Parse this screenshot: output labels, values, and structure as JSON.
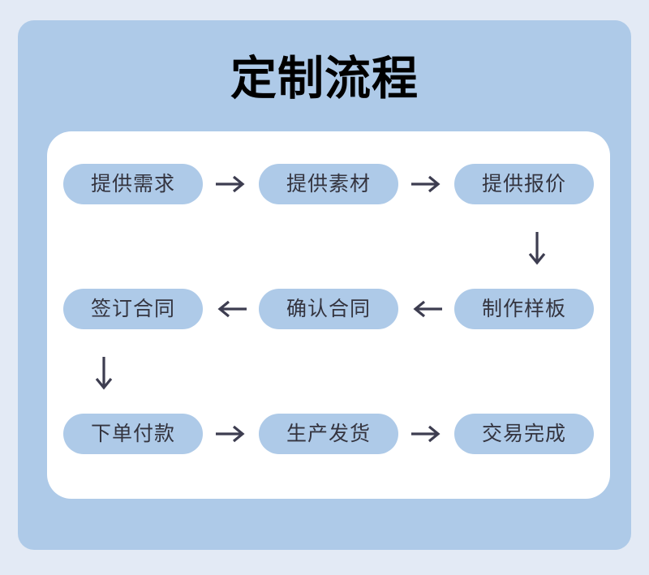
{
  "page": {
    "title": "定制流程",
    "background_color": "#e3eaf5",
    "card_color": "#aecae8",
    "panel_color": "#ffffff",
    "pill_color": "#aecae8",
    "pill_text_color": "#34343f",
    "arrow_color": "#3d3d50",
    "title_color": "#000000"
  },
  "chart_data": {
    "type": "diagram",
    "diagram_kind": "serpentine-flowchart",
    "title": "定制流程",
    "columns": 3,
    "rows": 3,
    "steps": [
      {
        "index": 1,
        "label": "提供需求",
        "row": 1,
        "col": 1
      },
      {
        "index": 2,
        "label": "提供素材",
        "row": 1,
        "col": 2
      },
      {
        "index": 3,
        "label": "提供报价",
        "row": 1,
        "col": 3
      },
      {
        "index": 4,
        "label": "制作样板",
        "row": 2,
        "col": 3
      },
      {
        "index": 5,
        "label": "确认合同",
        "row": 2,
        "col": 2
      },
      {
        "index": 6,
        "label": "签订合同",
        "row": 2,
        "col": 1
      },
      {
        "index": 7,
        "label": "下单付款",
        "row": 3,
        "col": 1
      },
      {
        "index": 8,
        "label": "生产发货",
        "row": 3,
        "col": 2
      },
      {
        "index": 9,
        "label": "交易完成",
        "row": 3,
        "col": 3
      }
    ],
    "connectors": [
      {
        "from": "提供需求",
        "to": "提供素材",
        "direction": "right",
        "glyph": "→"
      },
      {
        "from": "提供素材",
        "to": "提供报价",
        "direction": "right",
        "glyph": "→"
      },
      {
        "from": "提供报价",
        "to": "制作样板",
        "direction": "down",
        "glyph": "↓"
      },
      {
        "from": "制作样板",
        "to": "确认合同",
        "direction": "left",
        "glyph": "←"
      },
      {
        "from": "确认合同",
        "to": "签订合同",
        "direction": "left",
        "glyph": "←"
      },
      {
        "from": "签订合同",
        "to": "下单付款",
        "direction": "down",
        "glyph": "↓"
      },
      {
        "from": "下单付款",
        "to": "生产发货",
        "direction": "right",
        "glyph": "→"
      },
      {
        "from": "生产发货",
        "to": "交易完成",
        "direction": "right",
        "glyph": "→"
      }
    ]
  },
  "flow": {
    "row1": {
      "step1": "提供需求",
      "arrow1": "→",
      "step2": "提供素材",
      "arrow2": "→",
      "step3": "提供报价"
    },
    "row2": {
      "step1": "签订合同",
      "arrow1": "←",
      "step2": "确认合同",
      "arrow2": "←",
      "step3": "制作样板"
    },
    "row3": {
      "step1": "下单付款",
      "arrow1": "→",
      "step2": "生产发货",
      "arrow2": "→",
      "step3": "交易完成"
    },
    "vertical": {
      "right_down": "↓",
      "left_down": "↓"
    }
  }
}
